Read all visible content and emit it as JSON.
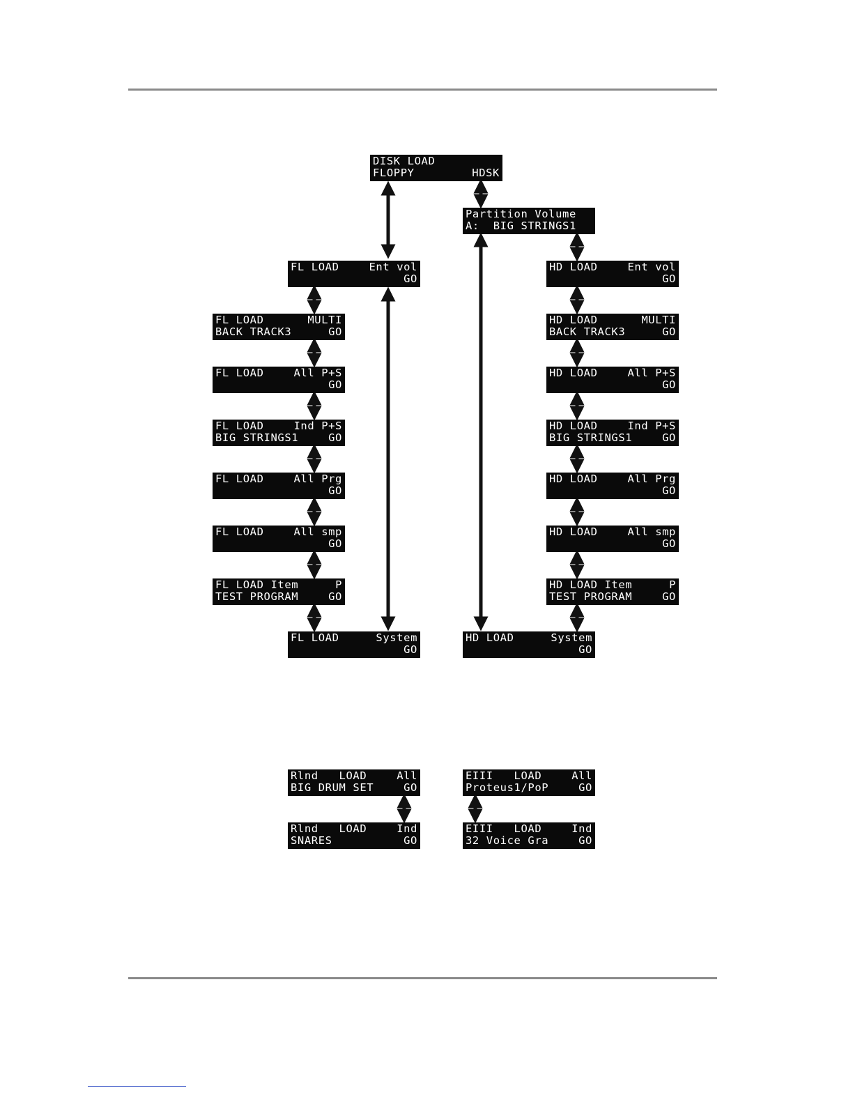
{
  "displays": {
    "disk_load": {
      "l1": "DISK LOAD",
      "r1": "",
      "l2": "FLOPPY",
      "r2": "HDSK"
    },
    "partition": {
      "l1": "Partition Volume",
      "r1": "",
      "l2": "A:  BIG STRINGS1",
      "r2": ""
    },
    "fl_ent_vol": {
      "l1": "FL LOAD",
      "r1": "Ent vol",
      "l2": "",
      "r2": "GO"
    },
    "fl_multi": {
      "l1": "FL LOAD",
      "r1": "MULTI",
      "l2": "BACK TRACK3",
      "r2": "GO"
    },
    "fl_all_ps": {
      "l1": "FL LOAD",
      "r1": "All P+S",
      "l2": "",
      "r2": "GO"
    },
    "fl_ind_ps": {
      "l1": "FL LOAD",
      "r1": "Ind P+S",
      "l2": "BIG STRINGS1",
      "r2": "GO"
    },
    "fl_all_prg": {
      "l1": "FL LOAD",
      "r1": "All Prg",
      "l2": "",
      "r2": "GO"
    },
    "fl_all_smp": {
      "l1": "FL LOAD",
      "r1": "All smp",
      "l2": "",
      "r2": "GO"
    },
    "fl_item": {
      "l1": "FL LOAD Item",
      "r1": "P",
      "l2": "TEST PROGRAM",
      "r2": "GO"
    },
    "fl_system": {
      "l1": "FL LOAD",
      "r1": "System",
      "l2": "",
      "r2": "GO"
    },
    "hd_ent_vol": {
      "l1": "HD LOAD",
      "r1": "Ent vol",
      "l2": "",
      "r2": "GO"
    },
    "hd_multi": {
      "l1": "HD LOAD",
      "r1": "MULTI",
      "l2": "BACK TRACK3",
      "r2": "GO"
    },
    "hd_all_ps": {
      "l1": "HD LOAD",
      "r1": "All P+S",
      "l2": "",
      "r2": "GO"
    },
    "hd_ind_ps": {
      "l1": "HD LOAD",
      "r1": "Ind P+S",
      "l2": "BIG STRINGS1",
      "r2": "GO"
    },
    "hd_all_prg": {
      "l1": "HD LOAD",
      "r1": "All Prg",
      "l2": "",
      "r2": "GO"
    },
    "hd_all_smp": {
      "l1": "HD LOAD",
      "r1": "All smp",
      "l2": "",
      "r2": "GO"
    },
    "hd_item": {
      "l1": "HD LOAD Item",
      "r1": "P",
      "l2": "TEST PROGRAM",
      "r2": "GO"
    },
    "hd_system": {
      "l1": "HD LOAD",
      "r1": "System",
      "l2": "",
      "r2": "GO"
    },
    "rlnd_all": {
      "l1": "Rlnd   LOAD",
      "r1": "All",
      "l2": "BIG DRUM SET",
      "r2": "GO"
    },
    "rlnd_ind": {
      "l1": "Rlnd   LOAD",
      "r1": "Ind",
      "l2": "SNARES",
      "r2": "GO"
    },
    "eiii_all": {
      "l1": "EIII   LOAD",
      "r1": "All",
      "l2": "Proteus1/PoP",
      "r2": "GO"
    },
    "eiii_ind": {
      "l1": "EIII   LOAD",
      "r1": "Ind",
      "l2": "32 Voice Gra",
      "r2": "GO"
    }
  },
  "colors": {
    "lcd_background": "#0a0a0a",
    "lcd_text": "#ffffff",
    "arrow": "#111111",
    "rule": "#8a8a8a"
  }
}
